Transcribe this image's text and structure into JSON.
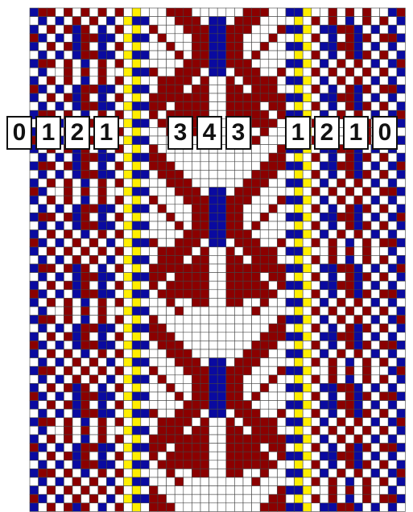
{
  "colors": {
    "background": "#ffffff",
    "red": "#8b0000",
    "blue": "#0a0aa0",
    "yellow": "#ffee00",
    "grid": "#444444"
  },
  "threading_numbers": {
    "left": [
      "0",
      "1",
      "2",
      "1"
    ],
    "center": [
      "3",
      "4",
      "3"
    ],
    "right": [
      "1",
      "2",
      "1",
      "0"
    ]
  },
  "pattern": {
    "description_free_grid": true,
    "columns": 44,
    "rows": 55
  }
}
